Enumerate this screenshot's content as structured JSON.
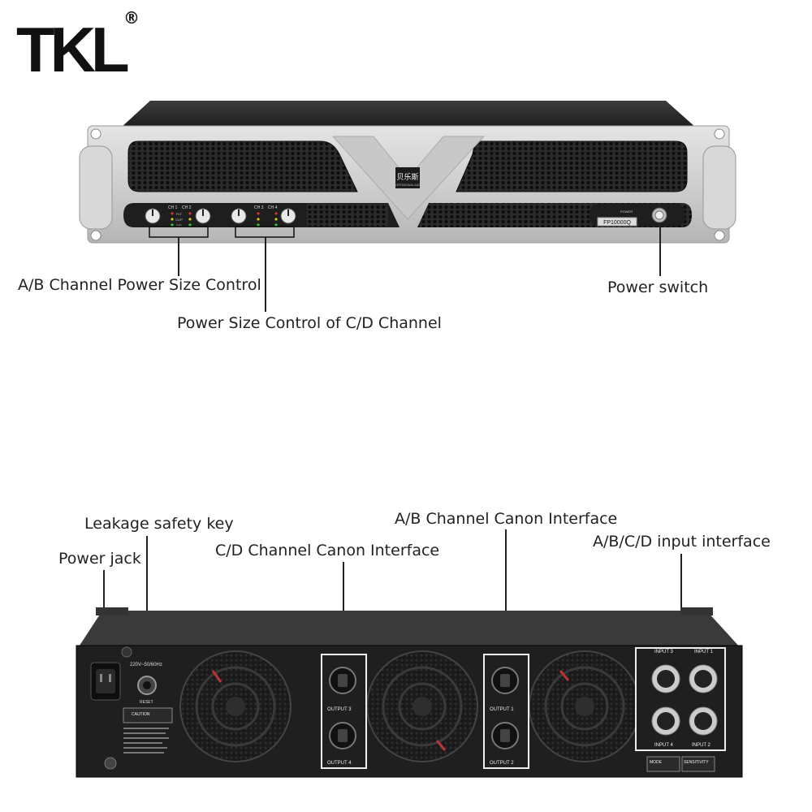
{
  "brand": {
    "logo_text": "TKL",
    "registered_mark": "®"
  },
  "front_panel": {
    "badge_text": "贝乐斯",
    "badge_subtext": "PROFESSIONAL AUDIO",
    "model": "FP10000Q",
    "power_label": "POWER",
    "channel_labels": [
      "CH 1",
      "CH 2",
      "CH 3",
      "CH 4"
    ],
    "led_labels": [
      "FLT",
      "CLIP",
      "SIG"
    ]
  },
  "rear_panel": {
    "voltage": "220V~50/60Hz",
    "reset_label": "RESET",
    "caution_title": "CAUTION",
    "outputs": [
      "OUTPUT 3",
      "OUTPUT 4",
      "OUTPUT 1",
      "OUTPUT 2"
    ],
    "inputs": [
      "INPUT 3",
      "INPUT 1",
      "INPUT 4",
      "INPUT 2"
    ],
    "mode_label": "MODE",
    "sensitivity_label": "SENSITIVITY"
  },
  "annotations": {
    "ab_power_control": "A/B Channel Power Size Control",
    "cd_power_control": "Power Size Control of C/D Channel",
    "power_switch": "Power switch",
    "leakage_key": "Leakage safety key",
    "power_jack": "Power jack",
    "cd_canon": "C/D Channel Canon Interface",
    "ab_canon": "A/B Channel Canon Interface",
    "abcd_input": "A/B/C/D input interface"
  }
}
